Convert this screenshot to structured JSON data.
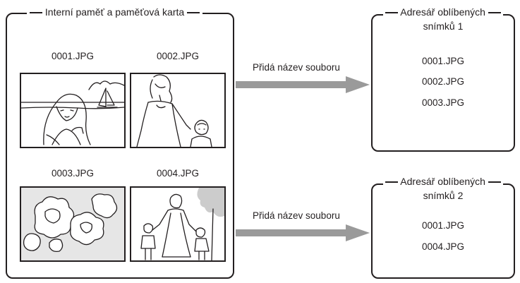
{
  "source_box": {
    "title": "Interní paměť a paměťová karta",
    "photos": [
      {
        "filename": "0001.JPG",
        "subject": "woman-portrait"
      },
      {
        "filename": "0002.JPG",
        "subject": "mother-and-child"
      },
      {
        "filename": "0003.JPG",
        "subject": "flowers"
      },
      {
        "filename": "0004.JPG",
        "subject": "family-walk"
      }
    ]
  },
  "arrows": [
    {
      "label": "Přidá název souboru"
    },
    {
      "label": "Přidá název souboru"
    }
  ],
  "albums": [
    {
      "title_line1": "Adresář oblíbených",
      "title_line2": "snímků 1",
      "files": [
        "0001.JPG",
        "0002.JPG",
        "0003.JPG"
      ]
    },
    {
      "title_line1": "Adresář oblíbených",
      "title_line2": "snímků 2",
      "files": [
        "0001.JPG",
        "0004.JPG"
      ]
    }
  ]
}
